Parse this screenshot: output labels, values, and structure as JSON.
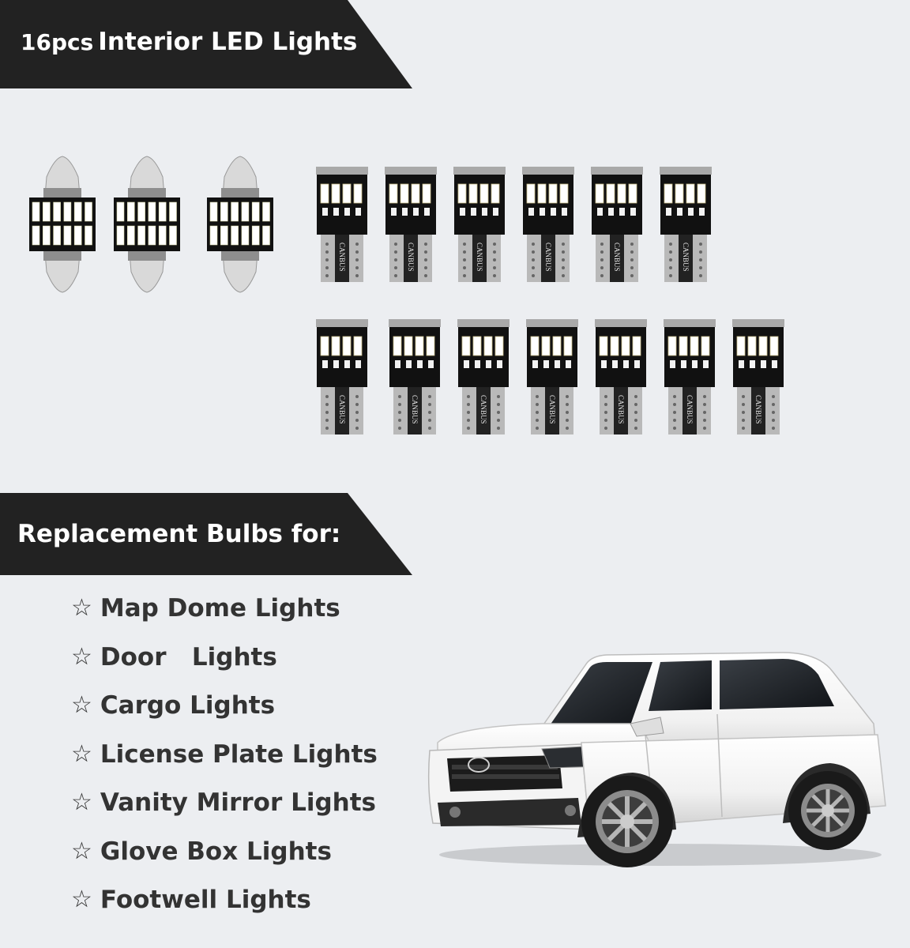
{
  "header": {
    "quantity": "16pcs",
    "title": "Interior LED Lights"
  },
  "bulbs": {
    "label_text": "CANBUS",
    "festoon_count": 3,
    "t10_row1_count": 6,
    "t10_row2_count": 7,
    "led_color": "#ffffff",
    "pcb_color": "#111111",
    "base_color": "#b9b9b9"
  },
  "section": {
    "title": "Replacement Bulbs for:"
  },
  "features": {
    "star": "☆",
    "items": [
      "Map Dome Lights",
      "Door   Lights",
      "Cargo Lights",
      "License Plate Lights",
      "Vanity Mirror Lights",
      "Glove Box Lights",
      "Footwell Lights"
    ]
  },
  "colors": {
    "banner": "#222222",
    "background": "#eceef1",
    "text": "#333333"
  }
}
